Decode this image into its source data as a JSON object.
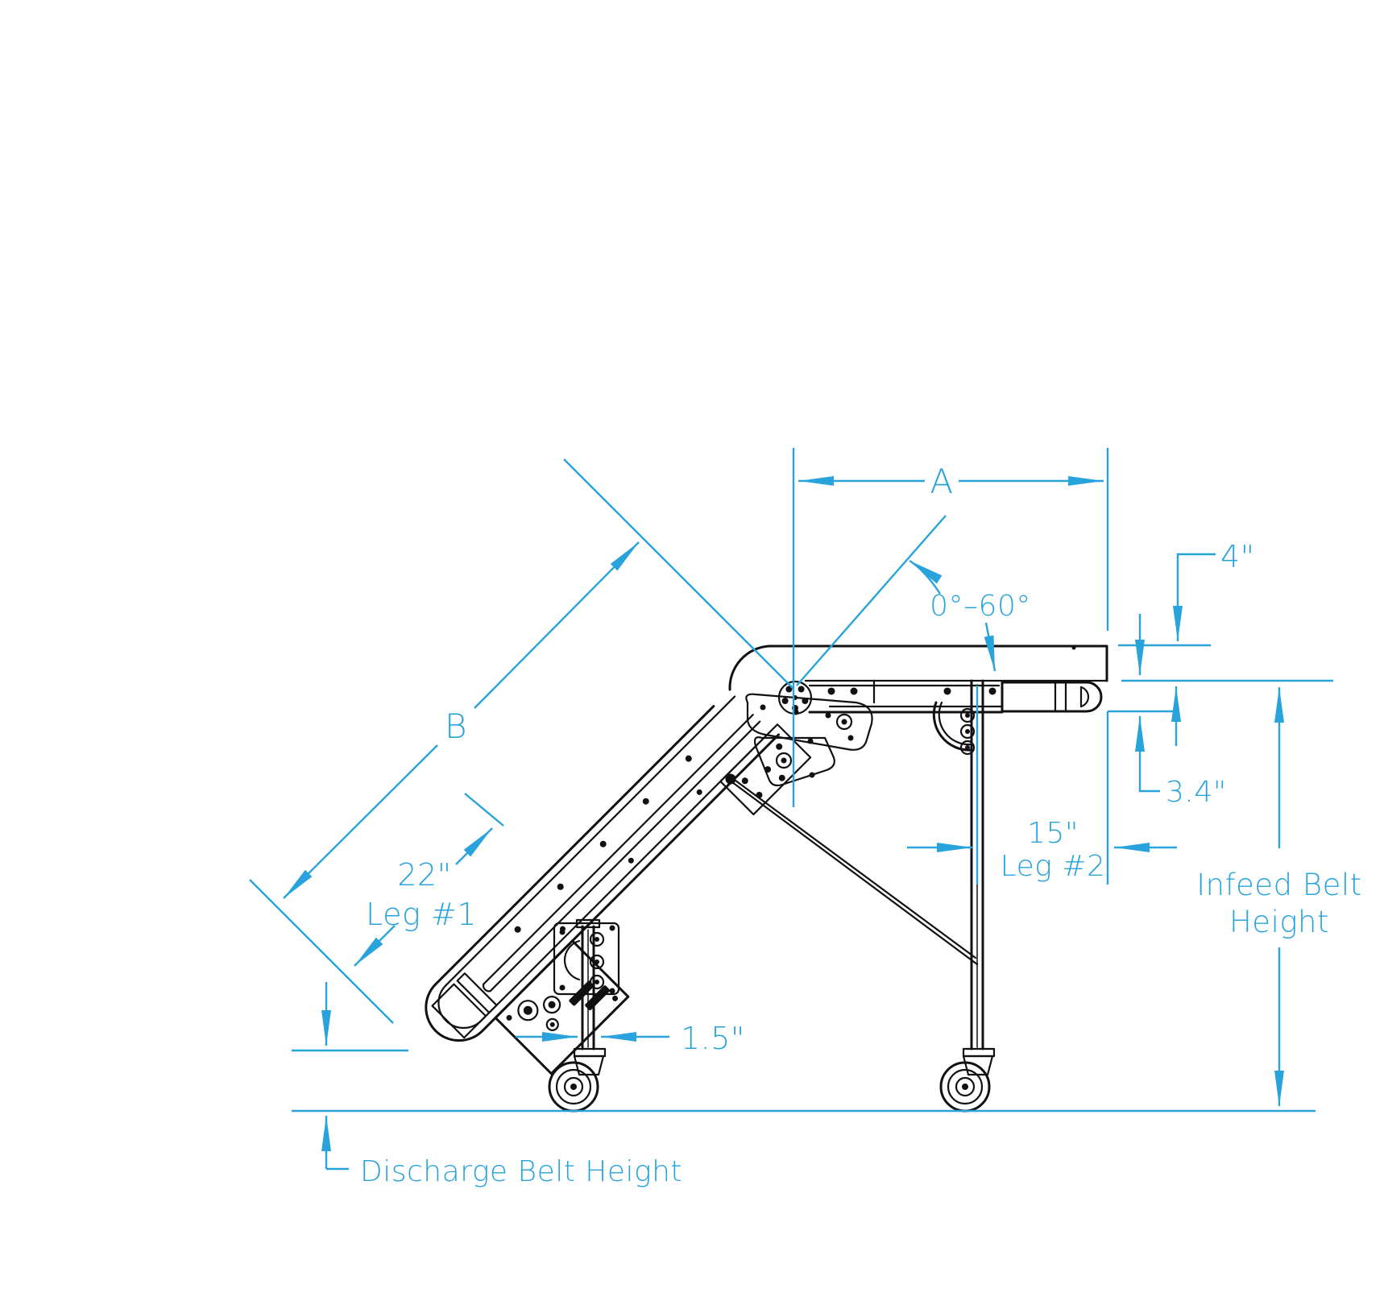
{
  "colors": {
    "dimension_blue": "#29a3dc",
    "linework_black": "#111111",
    "background": "#ffffff"
  },
  "labels": {
    "a": "A",
    "b": "B",
    "angle_range": "0°–60°",
    "dim_4in": "4\"",
    "dim_3_4in": "3.4\"",
    "leg1_distance": "22\"",
    "leg1_name": "Leg #1",
    "leg2_distance": "15\"",
    "leg2_name": "Leg #2",
    "leg_width": "1.5\"",
    "infeed_height_line1": "Infeed Belt",
    "infeed_height_line2": "Height",
    "discharge_height": "Discharge Belt Height"
  }
}
